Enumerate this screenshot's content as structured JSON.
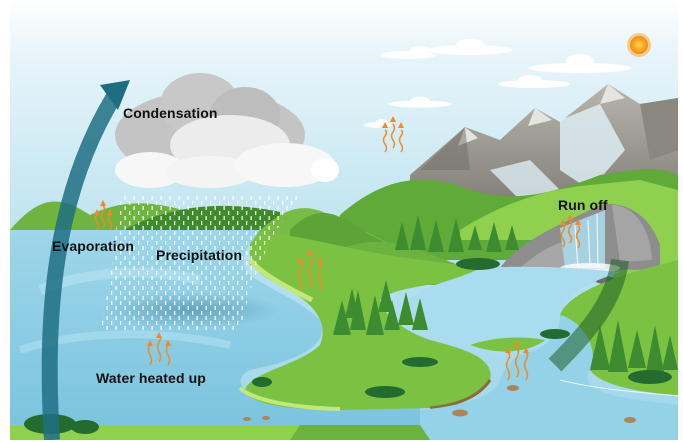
{
  "diagram": {
    "subject": "Water cycle illustration",
    "labels": {
      "condensation": "Condensation",
      "evaporation": "Evaporation",
      "precipitation": "Precipitation",
      "run_off": "Run off",
      "water_heated_up": "Water heated up"
    },
    "elements": [
      "sun",
      "rain-cloud",
      "small-clouds",
      "snow-capped-mountains",
      "glacier",
      "waterfall",
      "river",
      "lake",
      "green-hills",
      "pine-trees",
      "bushes",
      "rocks",
      "rain",
      "heat-wave-arrows",
      "cycle-arrow-up",
      "cycle-arrow-down"
    ],
    "colors": {
      "sky_top": "#ffffff",
      "sky": "#a9dbea",
      "water": "#8fd0e6",
      "water_dark": "#5aa8c8",
      "grass": "#7cc242",
      "grass_dark": "#3f8a2a",
      "mountain": "#9a9a90",
      "cloud_gray": "#c8c8c8",
      "cloud_white": "#f4f4f4",
      "sun": "#f7a21b",
      "heat_arrow": "#f08a24",
      "cycle_arrow": "#1e6e82",
      "label_text": "#111111"
    }
  }
}
